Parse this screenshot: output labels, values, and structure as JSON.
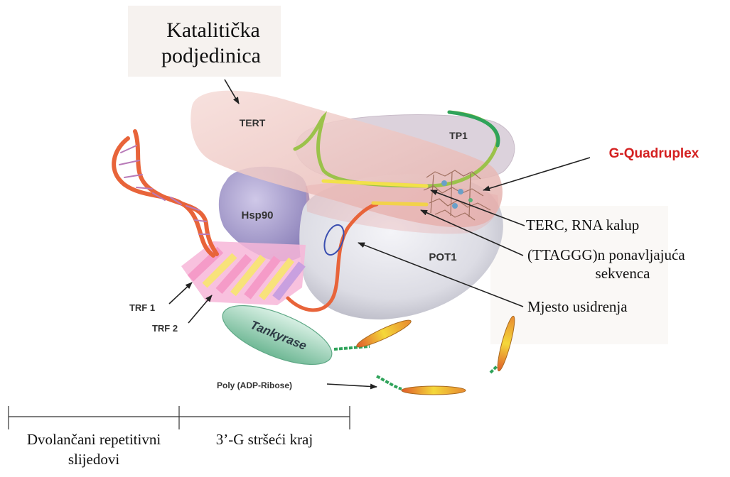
{
  "labels": {
    "catalytic_line1": "Katalitička",
    "catalytic_line2": "podjedinica",
    "tert": "TERT",
    "tp1": "TP1",
    "g_quadruplex": "G-Quadruplex",
    "hsp90": "Hsp90",
    "pot1": "POT1",
    "terc": "TERC, RNA kalup",
    "repeat_line1": "(TTAGGG)n ponavljajuća",
    "repeat_line2": "sekvenca",
    "anchor_site": "Mjesto usidrenja",
    "trf1": "TRF 1",
    "trf2": "TRF 2",
    "tankyrase": "Tankyrase",
    "poly_adp": "Poly (ADP-Ribose)",
    "double_strand_line1": "Dvolančani repetitivni",
    "double_strand_line2": "slijedovi",
    "overhang": "3’-G  stršeći kraj"
  },
  "colors": {
    "g_quadruplex": "#d42020",
    "dna_strand": "#e8643a",
    "rna_template": "#f2e14a",
    "green_strand": "#2fa35a",
    "tankyrase": "#8fcfb0",
    "hsp90": "#9b8fc4",
    "tert_pink": "#e8b8b4"
  }
}
